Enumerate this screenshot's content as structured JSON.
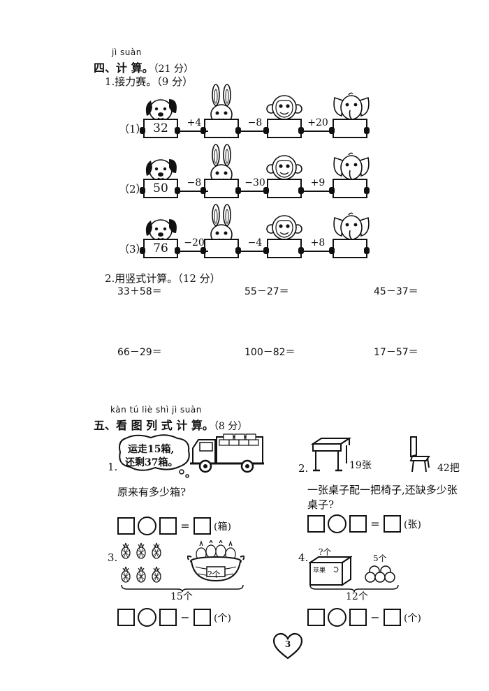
{
  "sec4": {
    "pinyin": "jì suàn",
    "title": "四、计 算",
    "dot": "。",
    "points": "（21 分）",
    "q1": "1.接力赛。（9 分）",
    "rows": [
      {
        "label": "（1）",
        "start": "32",
        "ops": [
          "+4",
          "−8",
          "+20"
        ]
      },
      {
        "label": "（2）",
        "start": "50",
        "ops": [
          "−8",
          "−30",
          "+9"
        ]
      },
      {
        "label": "（3）",
        "start": "76",
        "ops": [
          "−20",
          "−4",
          "+8"
        ]
      }
    ],
    "q2": "2.用竖式计算。（12 分）",
    "calcs": [
      "33＋58＝",
      "55－27＝",
      "45－37＝",
      "66－29＝",
      "100－82＝",
      "17－57＝"
    ]
  },
  "sec5": {
    "pinyin": "kàn tú liè shì jì suàn",
    "title": "五、看 图 列 式 计 算",
    "dot": "。",
    "points": "（8 分）",
    "p1": {
      "num": "1.",
      "bubble_line1": "运走15箱,",
      "bubble_line2": "还剩37箱。",
      "question": "原来有多少箱?",
      "unit": "(箱)",
      "eq": "="
    },
    "p2": {
      "num": "2.",
      "desks": "19张",
      "chairs": "42把",
      "question_line1": "一张桌子配一把椅子,还缺多少张",
      "question_line2": "桌子?",
      "unit": "(张)",
      "eq": "="
    },
    "p3": {
      "num": "3.",
      "basket_label": "?个",
      "total": "15个",
      "unit": "(个)",
      "eq": "−"
    },
    "p4": {
      "num": "4.",
      "box_label": "?个",
      "box_text": "苹果",
      "apples_label": "5个",
      "total": "12个",
      "unit": "(个)",
      "eq": "−"
    }
  },
  "page_number": "3"
}
